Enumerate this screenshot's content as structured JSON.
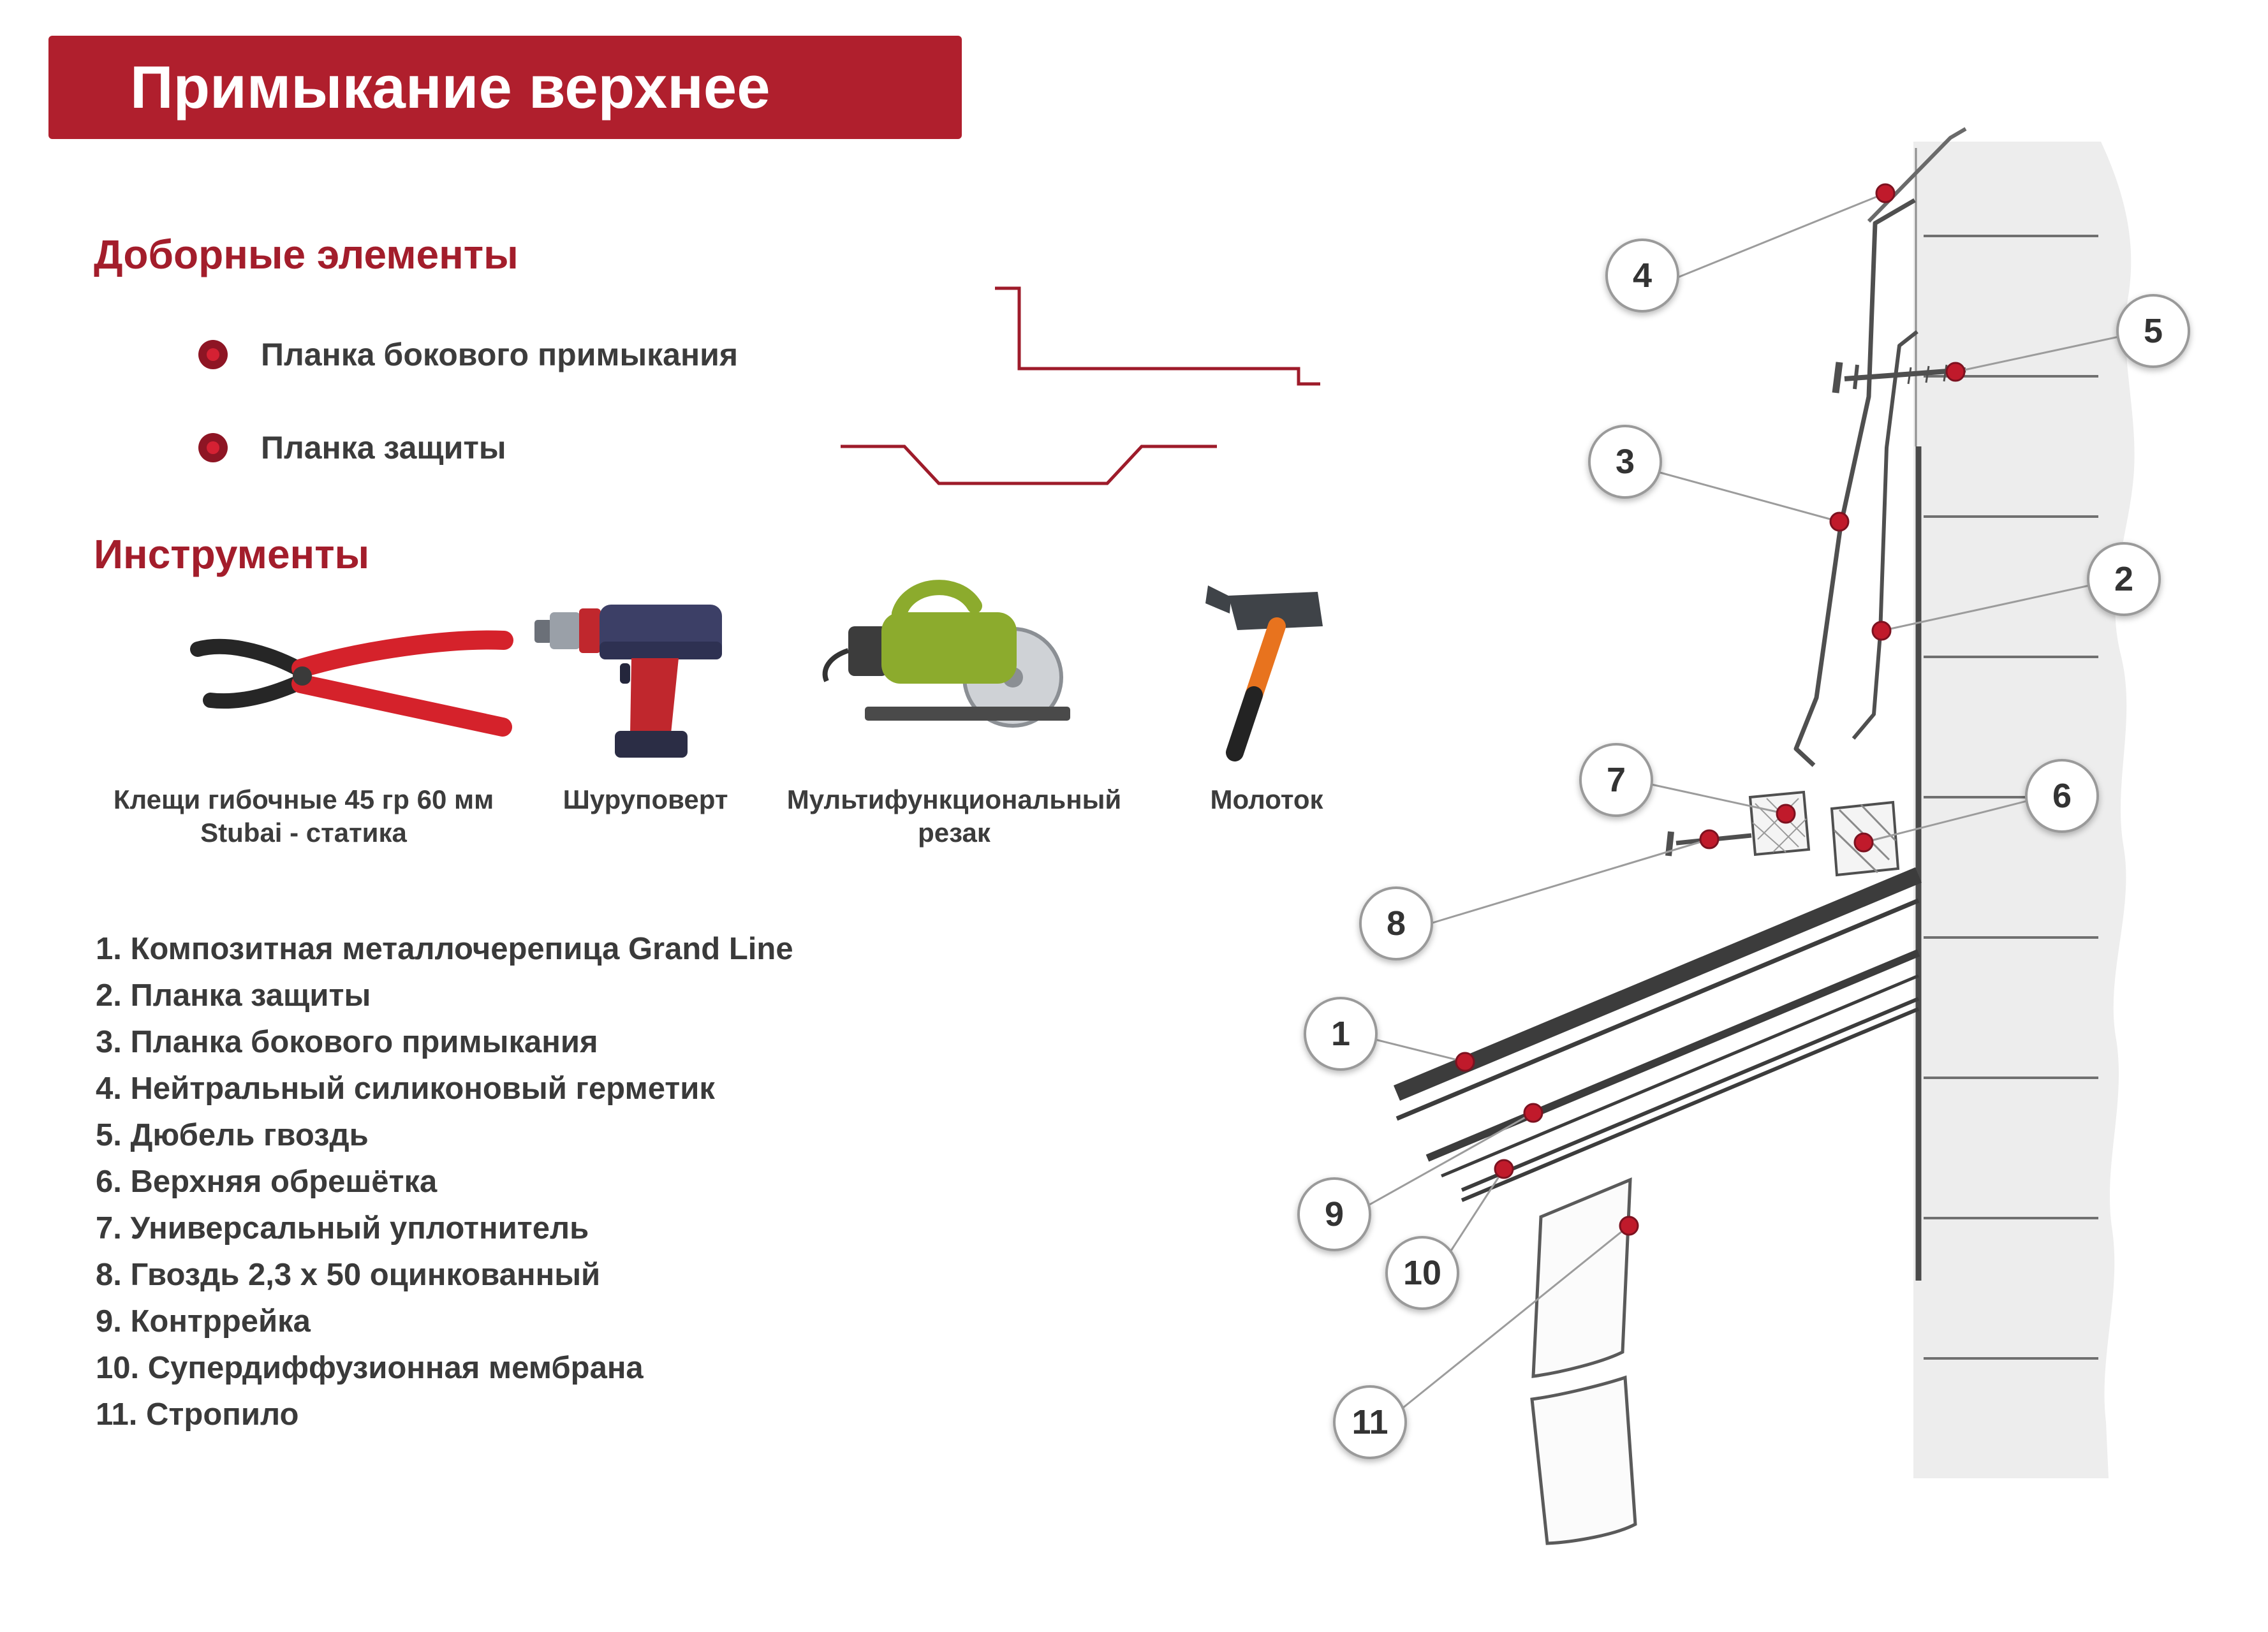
{
  "header": {
    "title": "Примыкание верхнее"
  },
  "sections": {
    "elements": {
      "title": "Доборные элементы",
      "items": [
        "Планка бокового примыкания",
        "Планка защиты"
      ]
    },
    "tools": {
      "title": "Инструменты",
      "items": [
        {
          "name": "Клещи гибочные 45 гр 60 мм\nStubai - статика",
          "icon": "pliers-illustration"
        },
        {
          "name": "Шуруповерт",
          "icon": "drill-illustration"
        },
        {
          "name": "Мультифункциональный\nрезак",
          "icon": "circular-saw-illustration"
        },
        {
          "name": "Молоток",
          "icon": "hammer-illustration"
        }
      ]
    }
  },
  "legend": {
    "items": [
      "1. Композитная металлочерепица Grand Line",
      "2. Планка защиты",
      "3. Планка бокового примыкания",
      "4. Нейтральный силиконовый герметик",
      "5. Дюбель гвоздь",
      "6. Верхняя обрешётка",
      "7. Универсальный уплотнитель",
      "8. Гвоздь 2,3 х 50 оцинкованный",
      "9. Контррейка",
      "10. Супердиффузионная мембрана",
      "11. Стропило"
    ]
  },
  "diagram": {
    "callouts": [
      "4",
      "5",
      "3",
      "2",
      "7",
      "6",
      "8",
      "1",
      "9",
      "10",
      "11"
    ]
  },
  "colors": {
    "banner": "#b01f2d",
    "accent": "#a31d2b",
    "marker_dot": "#c01a2b",
    "drawing_line": "#4f4f4f",
    "text": "#3a3a3a"
  }
}
